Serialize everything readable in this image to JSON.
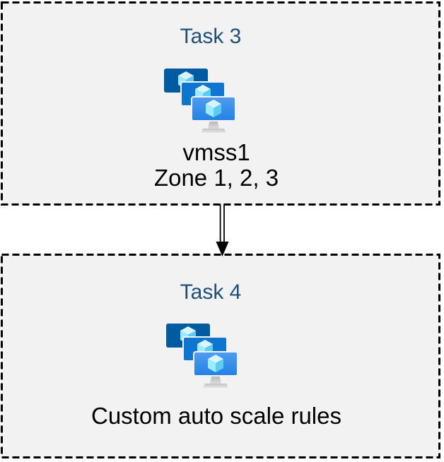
{
  "diagram": {
    "boxes": [
      {
        "title": "Task 3",
        "lines": [
          "vmss1",
          "Zone 1, 2, 3"
        ],
        "icon": "vm-scale-sets"
      },
      {
        "title": "Task 4",
        "lines": [
          "Custom auto scale rules"
        ],
        "icon": "vm-scale-sets"
      }
    ],
    "connector": {
      "type": "double-line-arrow",
      "direction": "down"
    },
    "colors": {
      "box_fill": "#F2F2F2",
      "box_border": "#000000",
      "title_text": "#1F4E79",
      "body_text": "#000000",
      "monitor_back": "#005BA1",
      "monitor_middle": "#0E76CE",
      "monitor_front_top": "#4F9DF0",
      "monitor_front_bottom": "#2481E2",
      "cube_top": "#D8F4FD",
      "cube_left": "#9CEBFF",
      "cube_right": "#5BCDF2",
      "stand_gray": "#C9C9C9"
    }
  }
}
